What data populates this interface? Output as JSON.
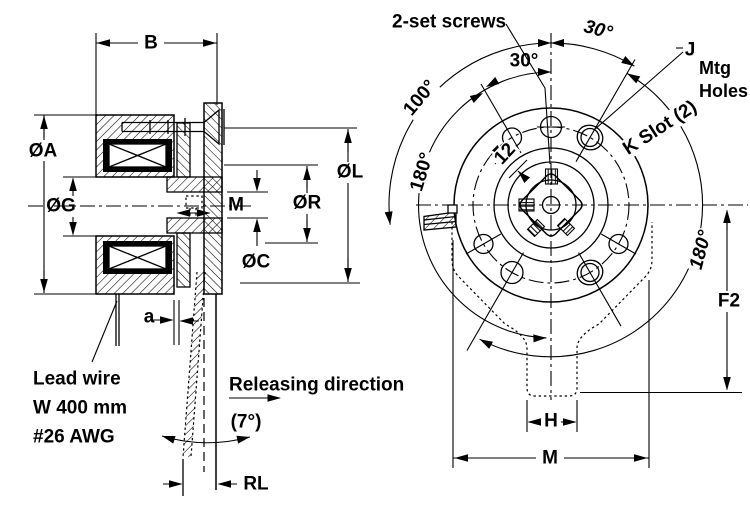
{
  "page": {
    "background": "#ffffff",
    "line_color": "#000000"
  },
  "left_view": {
    "dims": {
      "width": "B",
      "outer_dia": "ØA",
      "bore_dia": "ØG",
      "flange_dia": "ØL",
      "rotor_dia": "ØR",
      "hub_dia": "ØC",
      "hub_length": "M",
      "air_gap": "a",
      "release_stroke": "RL",
      "release_angle": "(7°)"
    },
    "notes": {
      "lead_wire_1": "Lead wire",
      "lead_wire_2": "W 400 mm",
      "lead_wire_3": "#26 AWG",
      "releasing_direction": "Releasing direction"
    }
  },
  "right_view": {
    "labels": {
      "set_screws": "2-set screws",
      "j": "J",
      "mtg": "Mtg",
      "holes": "Holes",
      "k_slot": "K Slot (2)"
    },
    "angles": {
      "outer_30": "30°",
      "inner_30": "30°",
      "left_100": "100°",
      "left_180": "180°",
      "right_180": "180°",
      "keyway_12": "12"
    },
    "dims": {
      "f2": "F2",
      "tab_width": "H",
      "bracket_width": "M"
    }
  }
}
